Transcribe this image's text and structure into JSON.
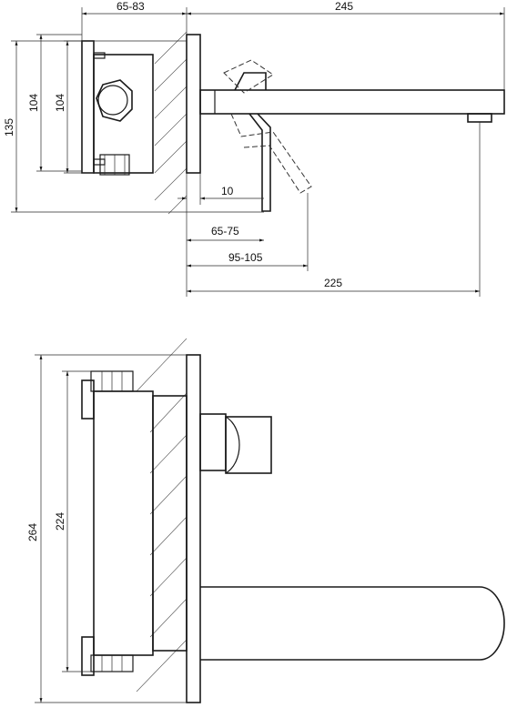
{
  "dimensions": {
    "top_view": {
      "d_65_83": "65-83",
      "d_245": "245",
      "d_135": "135",
      "d_104_outer": "104",
      "d_104_inner": "104",
      "d_10": "10",
      "d_65_75": "65-75",
      "d_95_105": "95-105",
      "d_225": "225"
    },
    "front_view": {
      "d_264": "264",
      "d_224": "224"
    }
  }
}
